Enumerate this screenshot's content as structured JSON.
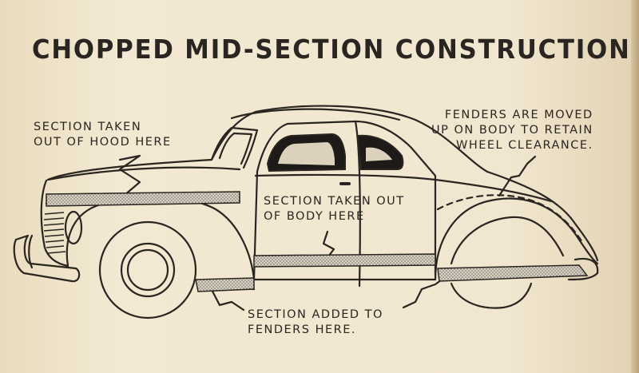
{
  "title": "CHOPPED MID-SECTION CONSTRUCTION",
  "callouts": {
    "hood": [
      "SECTION TAKEN",
      "OUT OF HOOD HERE"
    ],
    "body": [
      "SECTION TAKEN OUT",
      "OF BODY HERE"
    ],
    "fenders_moved": [
      "FENDERS ARE MOVED",
      "UP ON BODY TO RETAIN",
      "WHEEL CLEARANCE."
    ],
    "fenders_added": [
      "SECTION ADDED TO",
      "FENDERS HERE."
    ]
  },
  "colors": {
    "paper": "#efe3c9",
    "ink": "#2a2520",
    "glass": "#1d1a17",
    "section_band": "#b9b2a6"
  }
}
